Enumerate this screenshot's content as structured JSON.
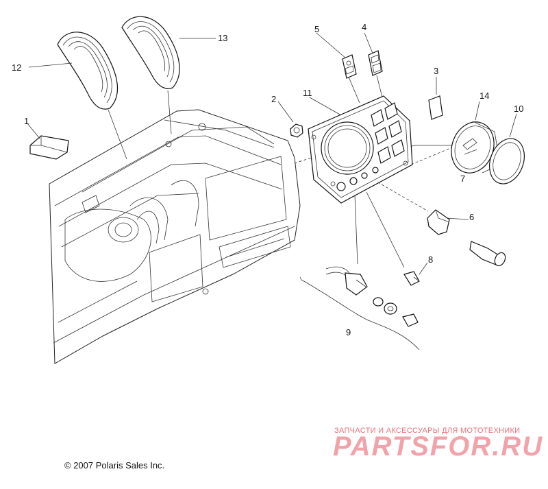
{
  "diagram": {
    "callouts": [
      {
        "id": "1",
        "text": "1"
      },
      {
        "id": "2",
        "text": "2"
      },
      {
        "id": "3",
        "text": "3"
      },
      {
        "id": "4",
        "text": "4"
      },
      {
        "id": "5",
        "text": "5"
      },
      {
        "id": "6",
        "text": "6"
      },
      {
        "id": "7",
        "text": "7"
      },
      {
        "id": "8",
        "text": "8"
      },
      {
        "id": "9",
        "text": "9"
      },
      {
        "id": "10",
        "text": "10"
      },
      {
        "id": "11",
        "text": "11"
      },
      {
        "id": "12",
        "text": "12"
      },
      {
        "id": "13",
        "text": "13"
      },
      {
        "id": "14",
        "text": "14"
      }
    ],
    "copyright": "© 2007 Polaris Sales Inc."
  },
  "watermark": {
    "tagline": "ЗАПЧАСТИ И АКСЕССУАРЫ ДЛЯ МОТОТЕХНИКИ",
    "logo": "PARTSFOR.RU",
    "color": "#e8707a"
  }
}
